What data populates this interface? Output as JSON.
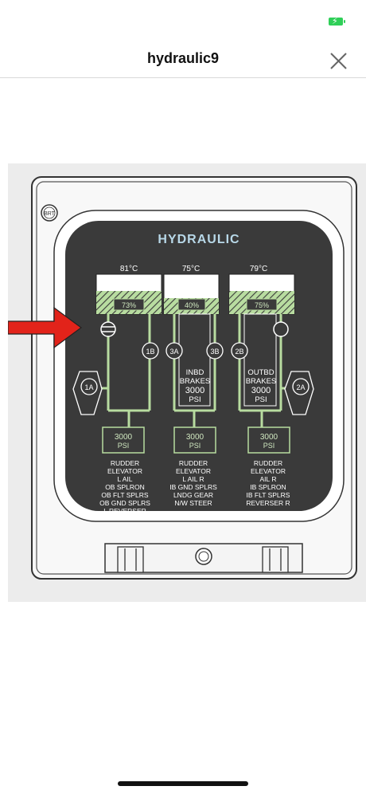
{
  "header": {
    "title": "hydraulic9",
    "close_icon": "close-icon"
  },
  "status": {
    "battery_icon": "battery-charging-icon",
    "battery_color": "#2fcf58"
  },
  "panel": {
    "brt_label": "BRT",
    "title": "HYDRAULIC",
    "colors": {
      "screen": "#3a3a3a",
      "line": "#b8dca0",
      "title": "#b8d8e8",
      "text": "#d0e8c0"
    },
    "systems": [
      {
        "temp": "81°C",
        "qty": "73%",
        "pump_label": "1B",
        "engine_label": "1A",
        "psi_value": "3000",
        "psi_unit": "PSI",
        "users": [
          "RUDDER",
          "ELEVATOR",
          "L AIL",
          "OB SPLRON",
          "OB FLT SPLRS",
          "OB GND SPLRS",
          "L REVERSER"
        ]
      },
      {
        "temp": "75°C",
        "qty": "40%",
        "pump_left_label": "3A",
        "pump_right_label": "3B",
        "brakes_lines": [
          "INBD",
          "BRAKES",
          "3000",
          "PSI"
        ],
        "psi_value": "3000",
        "psi_unit": "PSI",
        "users": [
          "RUDDER",
          "ELEVATOR",
          "L AIL R",
          "IB GND SPLRS",
          "LNDG GEAR",
          "N/W STEER"
        ]
      },
      {
        "temp": "79°C",
        "qty": "75%",
        "pump_label": "2B",
        "engine_label": "2A",
        "brakes_lines": [
          "OUTBD",
          "BRAKES",
          "3000",
          "PSI"
        ],
        "psi_value": "3000",
        "psi_unit": "PSI",
        "users": [
          "RUDDER",
          "ELEVATOR",
          "AIL R",
          "IB SPLRON",
          "IB FLT SPLRS",
          "REVERSER R"
        ]
      }
    ],
    "annotation_icon": "red-arrow-icon"
  }
}
